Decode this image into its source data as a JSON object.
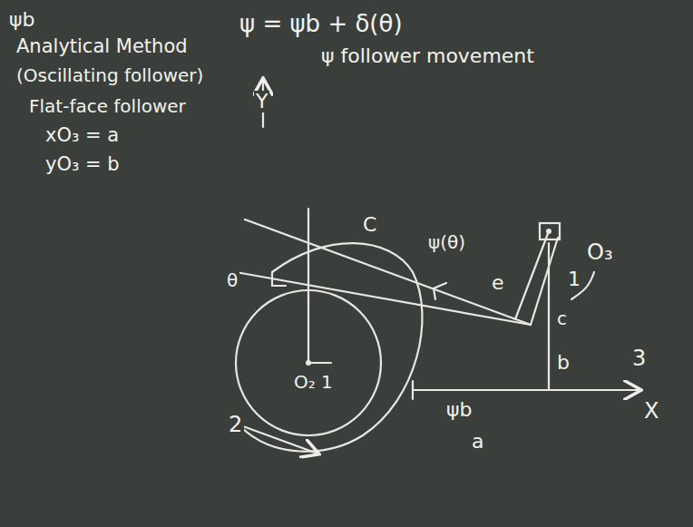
{
  "diagram": {
    "labels": [
      "ψb",
      "Analytical Method",
      "(Oscillating follower)",
      "Flat-face follower",
      "xO₃ = a",
      "yO₃ = b",
      "ψ = ψb + δ(θ)",
      "ψ follower movement",
      "Y",
      "C",
      "ψ(θ)",
      "e",
      "O₃",
      "1",
      "c",
      "b",
      "3",
      "θ",
      "O₂ 1",
      "2",
      "ψb",
      "a",
      "X"
    ]
  }
}
